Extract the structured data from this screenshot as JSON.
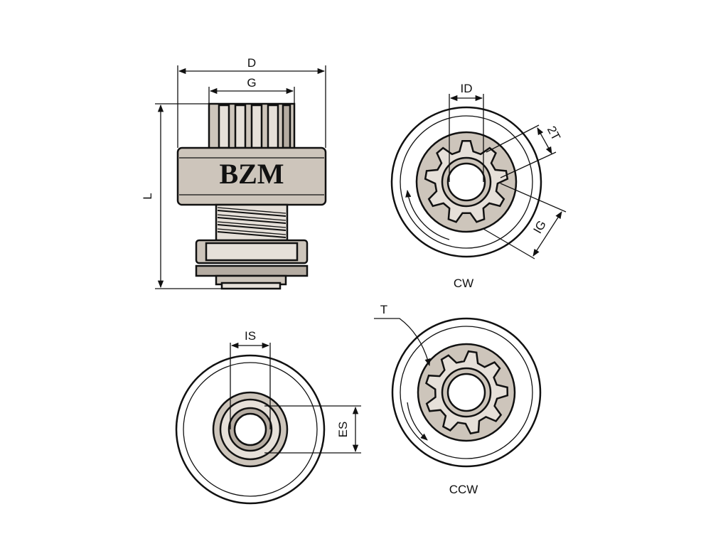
{
  "side_view": {
    "brand_text": "BZM",
    "dim_d": "D",
    "dim_g": "G",
    "dim_l": "L"
  },
  "cw_view": {
    "dim_id": "ID",
    "dim_2t": "2T",
    "dim_ig": "IG",
    "caption": "CW"
  },
  "rear_view": {
    "dim_is": "IS",
    "dim_es": "ES"
  },
  "ccw_view": {
    "dim_t": "T",
    "caption": "CCW"
  },
  "gear": {
    "teeth": 9
  }
}
